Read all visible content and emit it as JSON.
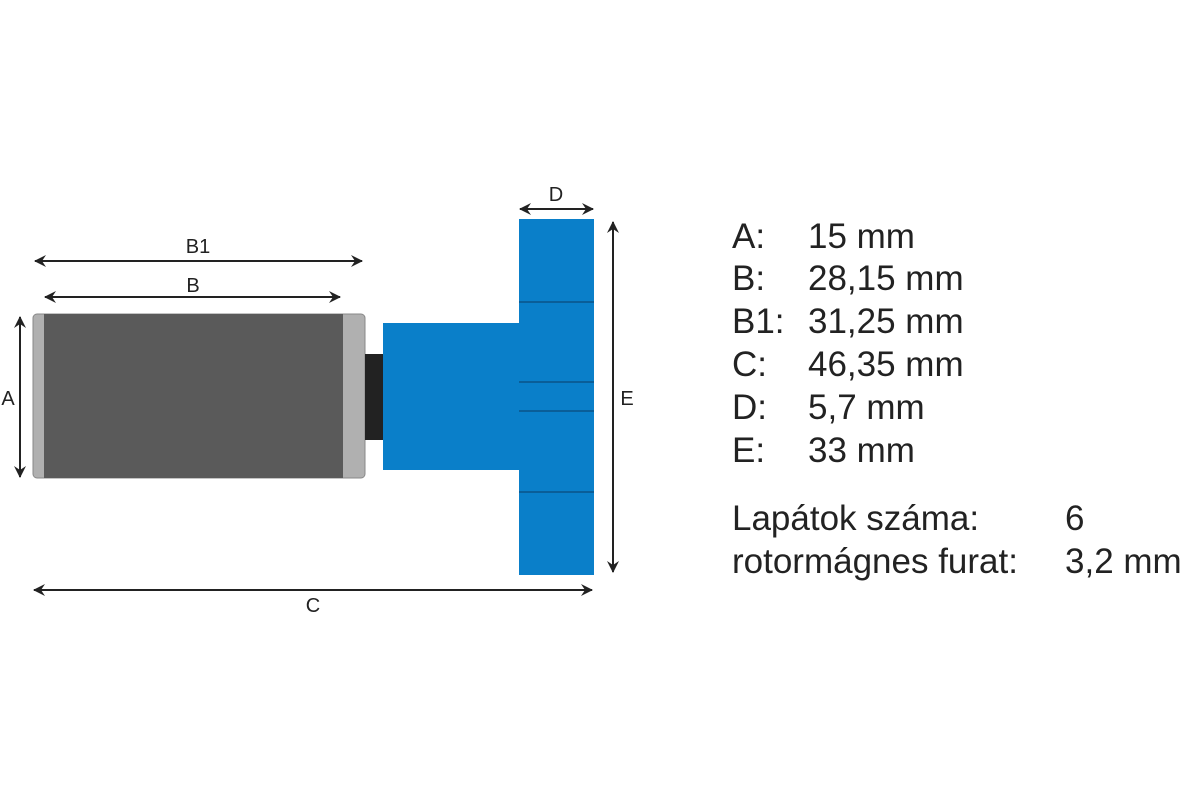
{
  "diagram": {
    "labels": {
      "A": "A",
      "B": "B",
      "B1": "B1",
      "C": "C",
      "D": "D",
      "E": "E"
    },
    "colors": {
      "magnet": "#5a5a5a",
      "caps": "#b0b0b0",
      "shaft": "#222222",
      "impeller": "#0a7fc9",
      "arrow": "#222222"
    }
  },
  "specs": [
    {
      "key": "A:",
      "value": "15 mm"
    },
    {
      "key": "B:",
      "value": "28,15 mm"
    },
    {
      "key": "B1:",
      "value": "31,25 mm"
    },
    {
      "key": "C:",
      "value": "46,35 mm"
    },
    {
      "key": "D:",
      "value": "5,7 mm"
    },
    {
      "key": "E:",
      "value": "33 mm"
    }
  ],
  "extra": [
    {
      "key": "Lapátok száma:",
      "value": "6"
    },
    {
      "key": "rotormágnes furat:",
      "value": "3,2 mm"
    }
  ]
}
